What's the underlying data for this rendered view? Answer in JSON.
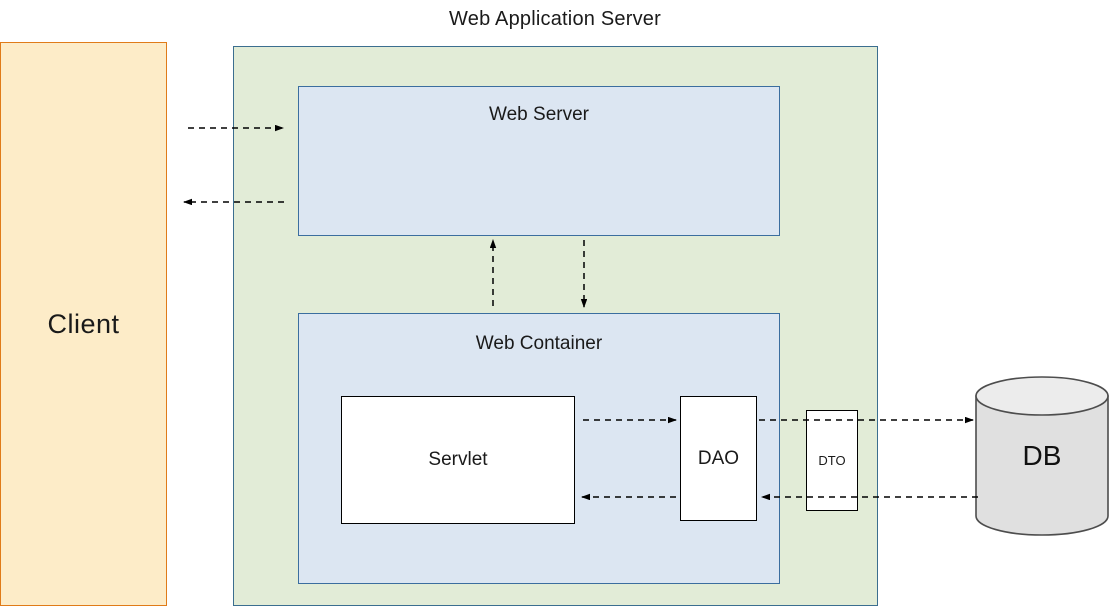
{
  "diagram": {
    "title": "Web Application Server",
    "nodes": {
      "client": {
        "label": "Client",
        "fill": "#fdecc8",
        "stroke": "#e07b18"
      },
      "was": {
        "label": "Web Application Server",
        "fill": "#e2ecd7",
        "stroke": "#3b6e8f"
      },
      "web_server": {
        "label": "Web Server",
        "fill": "#dce6f2",
        "stroke": "#3b6e9f"
      },
      "web_container": {
        "label": "Web Container",
        "fill": "#dce6f2",
        "stroke": "#3b6e9f"
      },
      "servlet": {
        "label": "Servlet",
        "fill": "#ffffff",
        "stroke": "#000000"
      },
      "dao": {
        "label": "DAO",
        "fill": "#ffffff",
        "stroke": "#000000"
      },
      "dto": {
        "label": "DTO",
        "fill": "#ffffff",
        "stroke": "#000000"
      },
      "db": {
        "label": "DB",
        "fill": "#e0e0e0",
        "stroke": "#4d4d4d"
      }
    },
    "edges": [
      {
        "name": "client-to-web-server",
        "from": "client",
        "to": "web_server",
        "style": "dashed",
        "direction": "right"
      },
      {
        "name": "web-server-to-client",
        "from": "web_server",
        "to": "client",
        "style": "dashed",
        "direction": "left"
      },
      {
        "name": "web-container-to-web-server",
        "from": "web_container",
        "to": "web_server",
        "style": "dashed",
        "direction": "up"
      },
      {
        "name": "web-server-to-web-container",
        "from": "web_server",
        "to": "web_container",
        "style": "dashed",
        "direction": "down"
      },
      {
        "name": "servlet-to-dao",
        "from": "servlet",
        "to": "dao",
        "style": "dashed",
        "direction": "right"
      },
      {
        "name": "dao-to-servlet",
        "from": "dao",
        "to": "servlet",
        "style": "dashed",
        "direction": "left"
      },
      {
        "name": "dao-to-db",
        "from": "dao",
        "to": "db",
        "style": "dashed",
        "direction": "right"
      },
      {
        "name": "db-to-dao",
        "from": "db",
        "to": "dao",
        "style": "dashed",
        "direction": "left"
      }
    ]
  }
}
